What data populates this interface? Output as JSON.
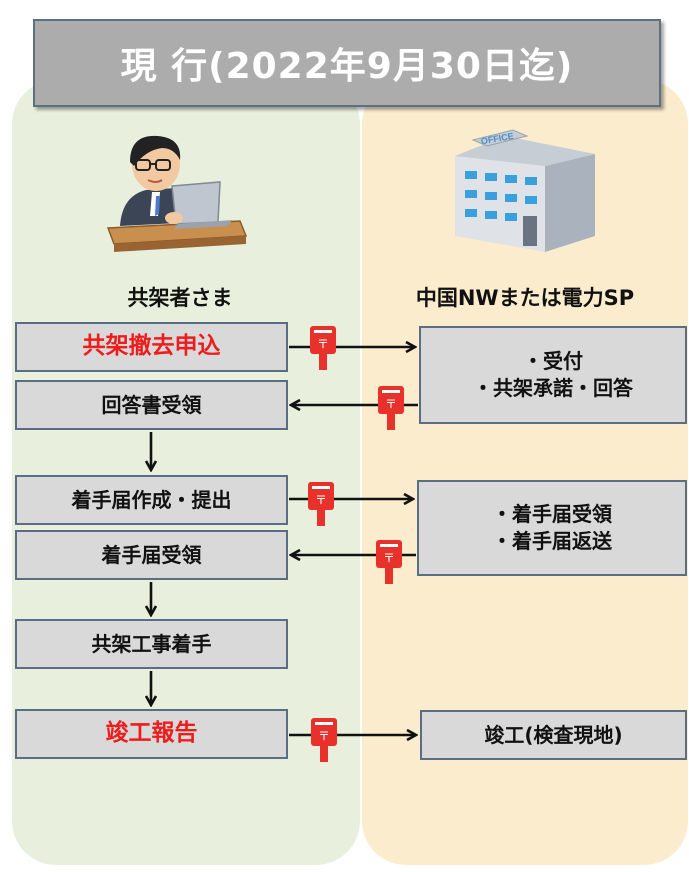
{
  "title": "現 行(2022年9月30日迄)",
  "lanes": {
    "left_label": "共架者さま",
    "right_label": "中国NWまたは電力SP"
  },
  "left_steps": [
    {
      "id": "apply",
      "text": "共架撤去申込",
      "highlight": true
    },
    {
      "id": "answer",
      "text": "回答書受領",
      "highlight": false
    },
    {
      "id": "notice",
      "text": "着手届作成・提出",
      "highlight": false
    },
    {
      "id": "receive",
      "text": "着手届受領",
      "highlight": false
    },
    {
      "id": "start",
      "text": "共架工事着手",
      "highlight": false
    },
    {
      "id": "report",
      "text": "竣工報告",
      "highlight": true
    }
  ],
  "right_steps": {
    "accept": [
      "・受付",
      "・共架承諾・回答"
    ],
    "notice": [
      "・着手届受領",
      "・着手届返送"
    ],
    "complete": "竣工(検査現地)"
  },
  "office_sign": "OFFICE",
  "colors": {
    "highlight_text": "#ee1c1c",
    "mailbox": "#e8312a",
    "box_fill": "#d9d9d9",
    "box_border": "#5a6d83",
    "left_lane": "#e8f0dd",
    "right_lane": "#fbeccd"
  },
  "icons": [
    "person-at-laptop-icon",
    "office-building-icon",
    "mailbox-icon"
  ]
}
